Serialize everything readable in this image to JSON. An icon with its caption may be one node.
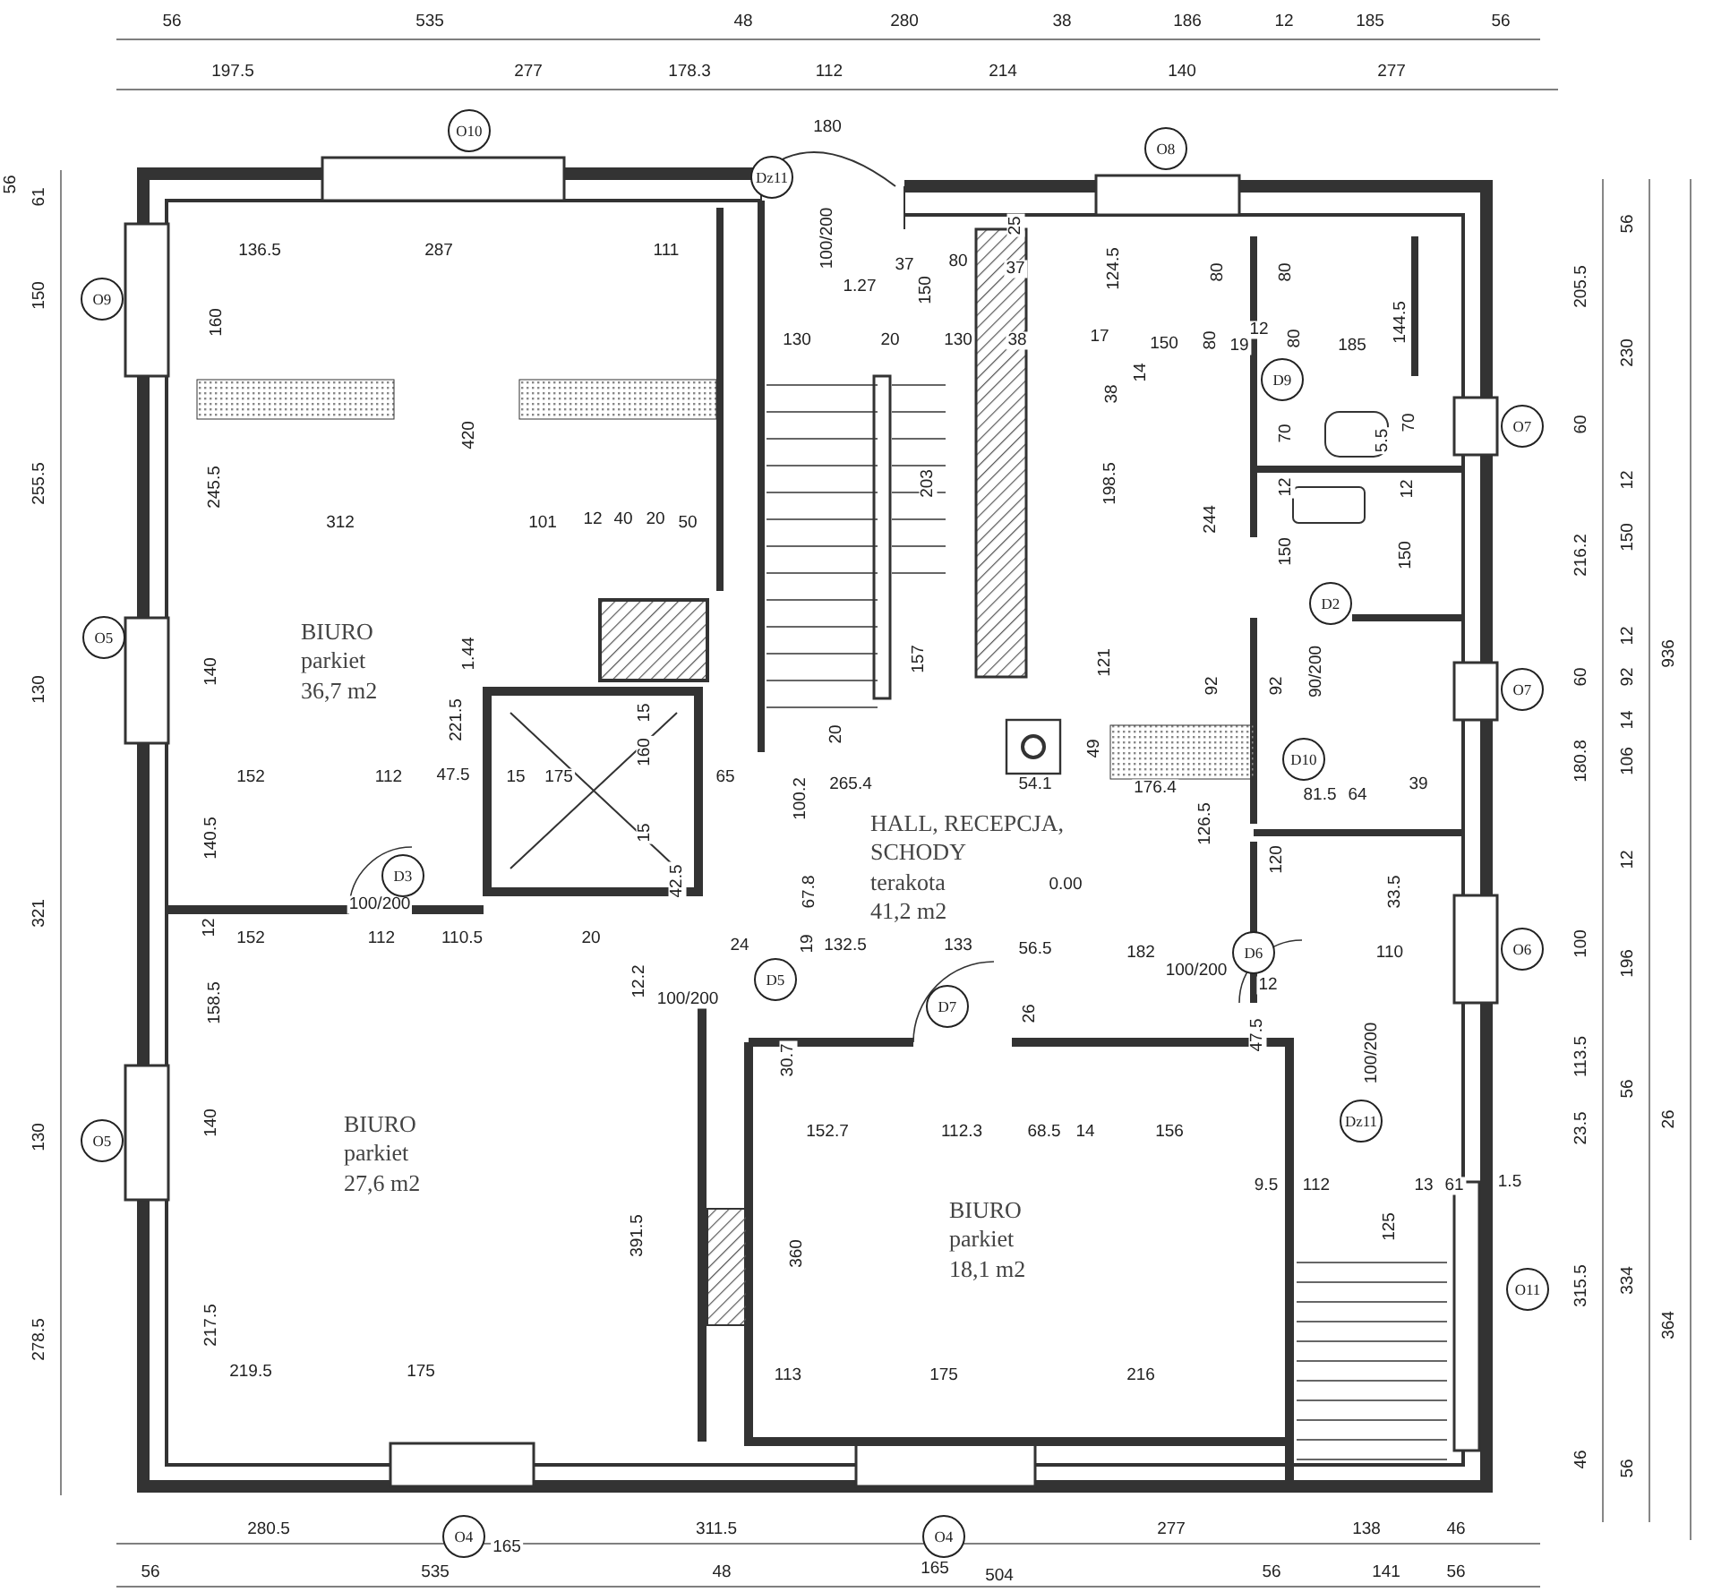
{
  "diagram": {
    "nodes": [
      {
        "text": [
          "O10"
        ]
      },
      {
        "text": [
          "Dz11"
        ]
      },
      {
        "text": [
          "O8"
        ]
      },
      {
        "text": [
          "O9"
        ]
      },
      {
        "text": [
          "D9"
        ]
      },
      {
        "text": [
          "O7"
        ]
      },
      {
        "text": [
          "D2"
        ]
      },
      {
        "text": [
          "BIURO",
          "parkiet",
          "36,7 m2"
        ]
      },
      {
        "text": [
          "O5"
        ]
      },
      {
        "text": [
          "O7"
        ]
      },
      {
        "text": [
          "D10"
        ]
      },
      {
        "text": [
          "HALL, RECEPCJA, SCHODY",
          "terakota",
          "41,2 m2"
        ]
      },
      {
        "text": [
          "D3"
        ]
      },
      {
        "text": [
          "O6"
        ]
      },
      {
        "text": [
          "D6"
        ]
      },
      {
        "text": [
          "D5"
        ]
      },
      {
        "text": [
          "D7"
        ]
      },
      {
        "text": [
          "Dz11"
        ]
      },
      {
        "text": [
          "O5"
        ]
      },
      {
        "text": [
          "BIURO",
          "parkiet",
          "27,6 m2"
        ]
      },
      {
        "text": [
          "BIURO",
          "parkiet",
          "18,1 m2"
        ]
      },
      {
        "text": [
          "O11"
        ]
      },
      {
        "text": [
          "O4"
        ]
      },
      {
        "text": [
          "O4"
        ]
      }
    ],
    "labels": [
      "56",
      "535",
      "48",
      "280",
      "38",
      "186",
      "12",
      "185",
      "56",
      "197.5",
      "277",
      "178.3",
      "112",
      "214",
      "140",
      "277",
      "180",
      "56",
      "61",
      "150",
      "255.5",
      "130",
      "321",
      "130",
      "278.5",
      "136.5",
      "287",
      "111",
      "160",
      "420",
      "245.5",
      "312",
      "101",
      "12",
      "40",
      "20",
      "50",
      "140",
      "1.44",
      "221.5",
      "152",
      "112",
      "47.5",
      "15",
      "175",
      "160",
      "15",
      "15",
      "65",
      "140.5",
      "37",
      "80",
      "37",
      "150",
      "25",
      "1.27",
      "130",
      "20",
      "130",
      "38",
      "17",
      "150",
      "80",
      "14",
      "38",
      "124.5",
      "80",
      "80",
      "185",
      "144.5",
      "19",
      "12",
      "80",
      "70",
      "70",
      "5.5",
      "12",
      "12",
      "150",
      "150",
      "198.5",
      "244",
      "203",
      "157",
      "121",
      "92",
      "92",
      "20",
      "49",
      "265.4",
      "54.1",
      "176.4",
      "100.2",
      "126.5",
      "120",
      "81.5",
      "64",
      "39",
      "67.8",
      "0.00",
      "33.5",
      "19",
      "132.5",
      "133",
      "56.5",
      "182",
      "110",
      "12",
      "47.5",
      "26",
      "12",
      "152",
      "112",
      "110.5",
      "20",
      "42.5",
      "24",
      "158.5",
      "12.2",
      "140",
      "391.5",
      "217.5",
      "219.5",
      "175",
      "30.7",
      "152.7",
      "112.3",
      "68.5",
      "14",
      "156",
      "360",
      "113",
      "175",
      "216",
      "9.5",
      "112",
      "13",
      "61",
      "1.5",
      "125",
      "205.5",
      "60",
      "216.2",
      "60",
      "180.8",
      "100",
      "113.5",
      "23.5",
      "315.5",
      "46",
      "56",
      "230",
      "12",
      "150",
      "12",
      "92",
      "14",
      "106",
      "12",
      "196",
      "56",
      "334",
      "56",
      "936",
      "26",
      "364",
      "280.5",
      "165",
      "311.5",
      "277",
      "138",
      "46",
      "56",
      "535",
      "48",
      "165",
      "504",
      "56",
      "141",
      "56",
      "100/200",
      "100/200",
      "100/200",
      "100/200",
      "90/200",
      "100/200"
    ]
  }
}
